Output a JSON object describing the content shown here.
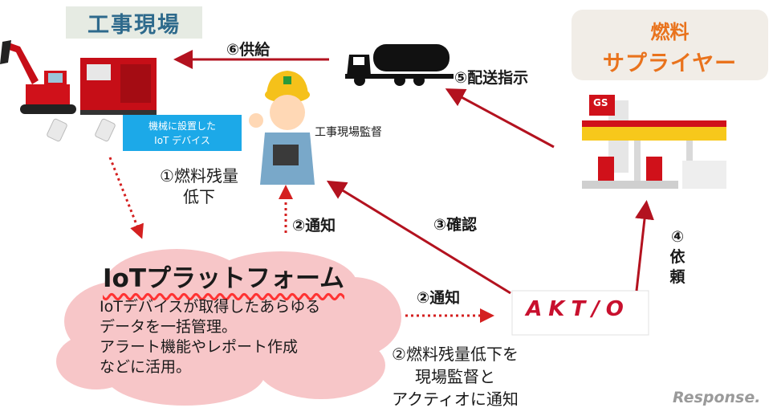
{
  "nodes": {
    "site_title": "工事現場",
    "supplier_line1": "燃料",
    "supplier_line2": "サプライヤー",
    "iot_device_line1": "機械に設置した",
    "iot_device_line2": "IoT デバイス",
    "supervisor": "工事現場監督",
    "platform_title": "IoTプラットフォーム",
    "platform_desc": [
      "IoTデバイスが取得したあらゆる",
      "データを一括管理。",
      "アラート機能やレポート作成",
      "などに活用。"
    ],
    "aktio_logo": "AKT/O",
    "gs_sign": "GS"
  },
  "steps": {
    "s1_line1": "①燃料残量",
    "s1_line2": "低下",
    "s2_notify_up": "②通知",
    "s2_notify_right": "②通知",
    "s2_desc": [
      "②燃料残量低下を",
      "現場監督と",
      "アクティオに通知"
    ],
    "s3": "③確認",
    "s4": [
      "④",
      "依",
      "頼"
    ],
    "s5": "⑤配送指示",
    "s6": "⑥供給"
  },
  "watermark": "Response.",
  "colors": {
    "arrow_solid": "#b3121f",
    "arrow_dotted": "#d42020",
    "cloud": "#f7c6c8",
    "iot_badge": "#1ca9e8",
    "supplier_text": "#e9731d",
    "site_title_text": "#2e6a8c"
  }
}
